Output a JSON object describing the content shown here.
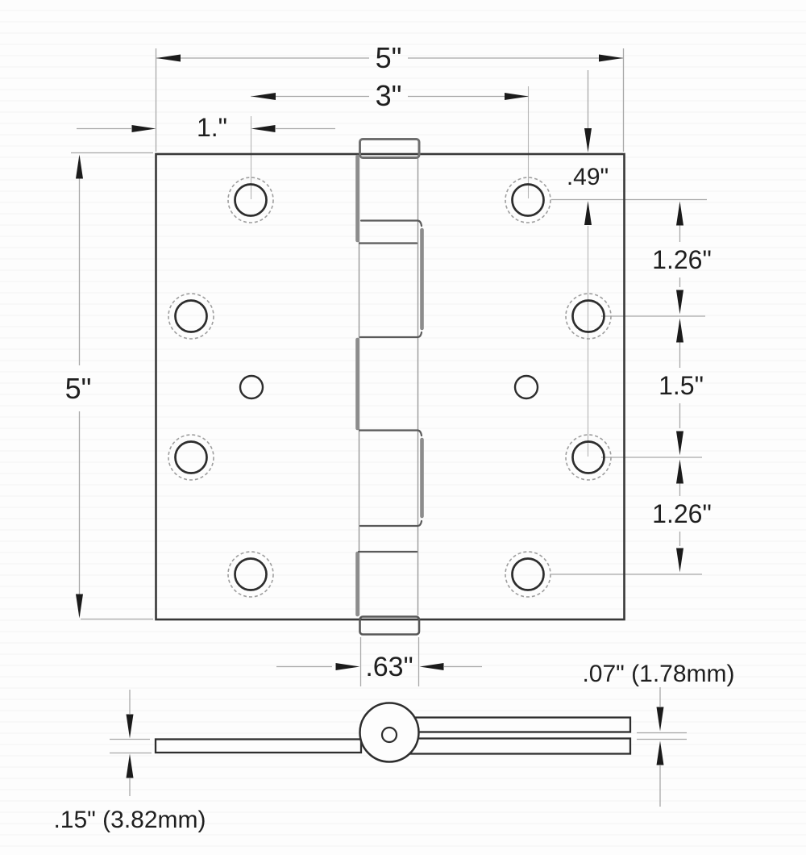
{
  "dims": {
    "overall_width": "5\"",
    "hole_span": "3\"",
    "edge_to_hole": "1.\"",
    "top_edge_to_hole": ".49\"",
    "hole_spacing_upper": "1.26\"",
    "hole_spacing_middle": "1.5\"",
    "hole_spacing_lower": "1.26\"",
    "overall_height": "5\"",
    "knuckle_width": ".63\"",
    "leaf_gap": ".07\" (1.78mm)",
    "leaf_thickness": ".15\" (3.82mm)"
  }
}
